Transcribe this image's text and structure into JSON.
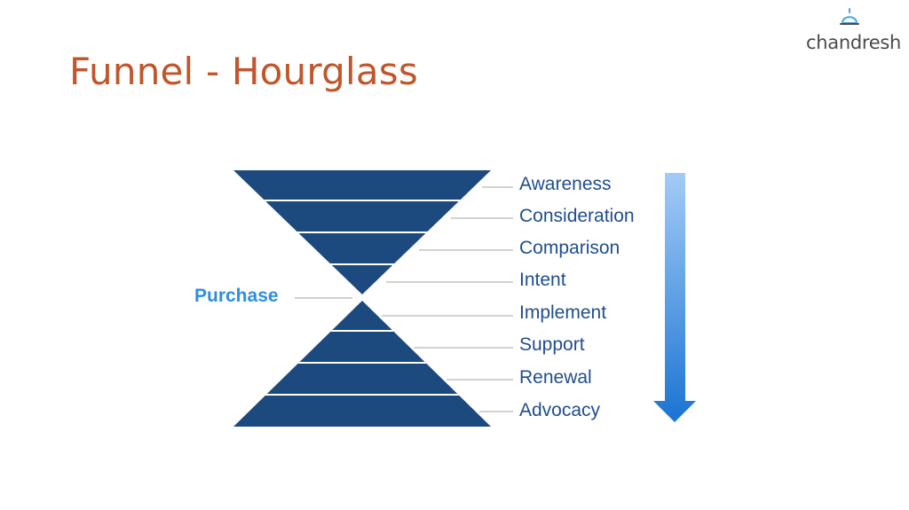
{
  "slide": {
    "title": "Funnel - Hourglass"
  },
  "logo": {
    "text": "chandresh",
    "icon": "bell-icon"
  },
  "diagram": {
    "type": "hourglass-funnel",
    "pivot_label": "Purchase",
    "stages": [
      "Awareness",
      "Consideration",
      "Comparison",
      "Intent",
      "Implement",
      "Support",
      "Renewal",
      "Advocacy"
    ],
    "colors": {
      "funnel": "#1c4a7e",
      "stage_text": "#1f4e8c",
      "pivot_text": "#2f8fe0",
      "arrow_top": "#9cc6f5",
      "arrow_bottom": "#1c78d4",
      "title": "#c0562a"
    }
  }
}
